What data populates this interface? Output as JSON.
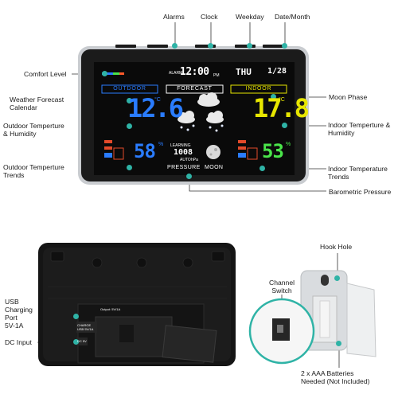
{
  "front_labels": {
    "alarms": "Alarms",
    "clock": "Clock",
    "weekday": "Weekday",
    "date_month": "Date/Month",
    "comfort_level": "Comfort Level",
    "weather_forecast_calendar_1": "Weather Forecast",
    "weather_forecast_calendar_2": "Calendar",
    "outdoor_temp_humidity_1": "Outdoor Temperture",
    "outdoor_temp_humidity_2": "& Humidity",
    "outdoor_temp_trends_1": "Outdoor Temperture",
    "outdoor_temp_trends_2": "Trends",
    "moon_phase": "Moon Phase",
    "indoor_temp_humidity_1": "Indoor Temperture &",
    "indoor_temp_humidity_2": "Humidity",
    "indoor_temp_trends_1": "Indoor Temperature",
    "indoor_temp_trends_2": "Trends",
    "barometric_pressure": "Barometric Pressure"
  },
  "display": {
    "outdoor": "OUTDOOR",
    "forecast": "FORECAST",
    "indoor": "INDOOR",
    "alarm_small": "ALARM",
    "time": "12:00",
    "time_suffix": "PM",
    "weekday": "THU",
    "date": "1/28",
    "outdoor_temp": "12.6",
    "outdoor_unit": "°C",
    "outdoor_humidity": "58",
    "indoor_temp": "17.8",
    "indoor_unit": "°C",
    "indoor_humidity": "53",
    "percent": "%",
    "learning": "LEARNING",
    "pressure_value": "1008",
    "auto": "AUTO",
    "hpa": "hPa",
    "pressure": "PRESSURE",
    "moon": "MOON"
  },
  "back_labels": {
    "usb_1": "USB",
    "usb_2": "Charging",
    "usb_3": "Port",
    "usb_4": "5V-1A",
    "dc_input": "DC Input",
    "hook_hole": "Hook Hole",
    "channel_1": "Channel",
    "channel_2": "Switch",
    "batteries_1": "2 x AAA Batteries",
    "batteries_2": "Needed (Not Included)",
    "back_usb": "CHARGE",
    "back_usb_sub": "USB 5V/1A",
    "back_dc": "DC 5V",
    "back_strip": "Output: 5V/1A"
  },
  "colors": {
    "accent": "#2fb3a6",
    "outdoor_blue": "#2a7cff",
    "indoor_yellow": "#e7e600",
    "indoor_green": "#4ae54a",
    "lcd_black": "#0a0a0a",
    "frame_silver": "#c9ccd0"
  }
}
